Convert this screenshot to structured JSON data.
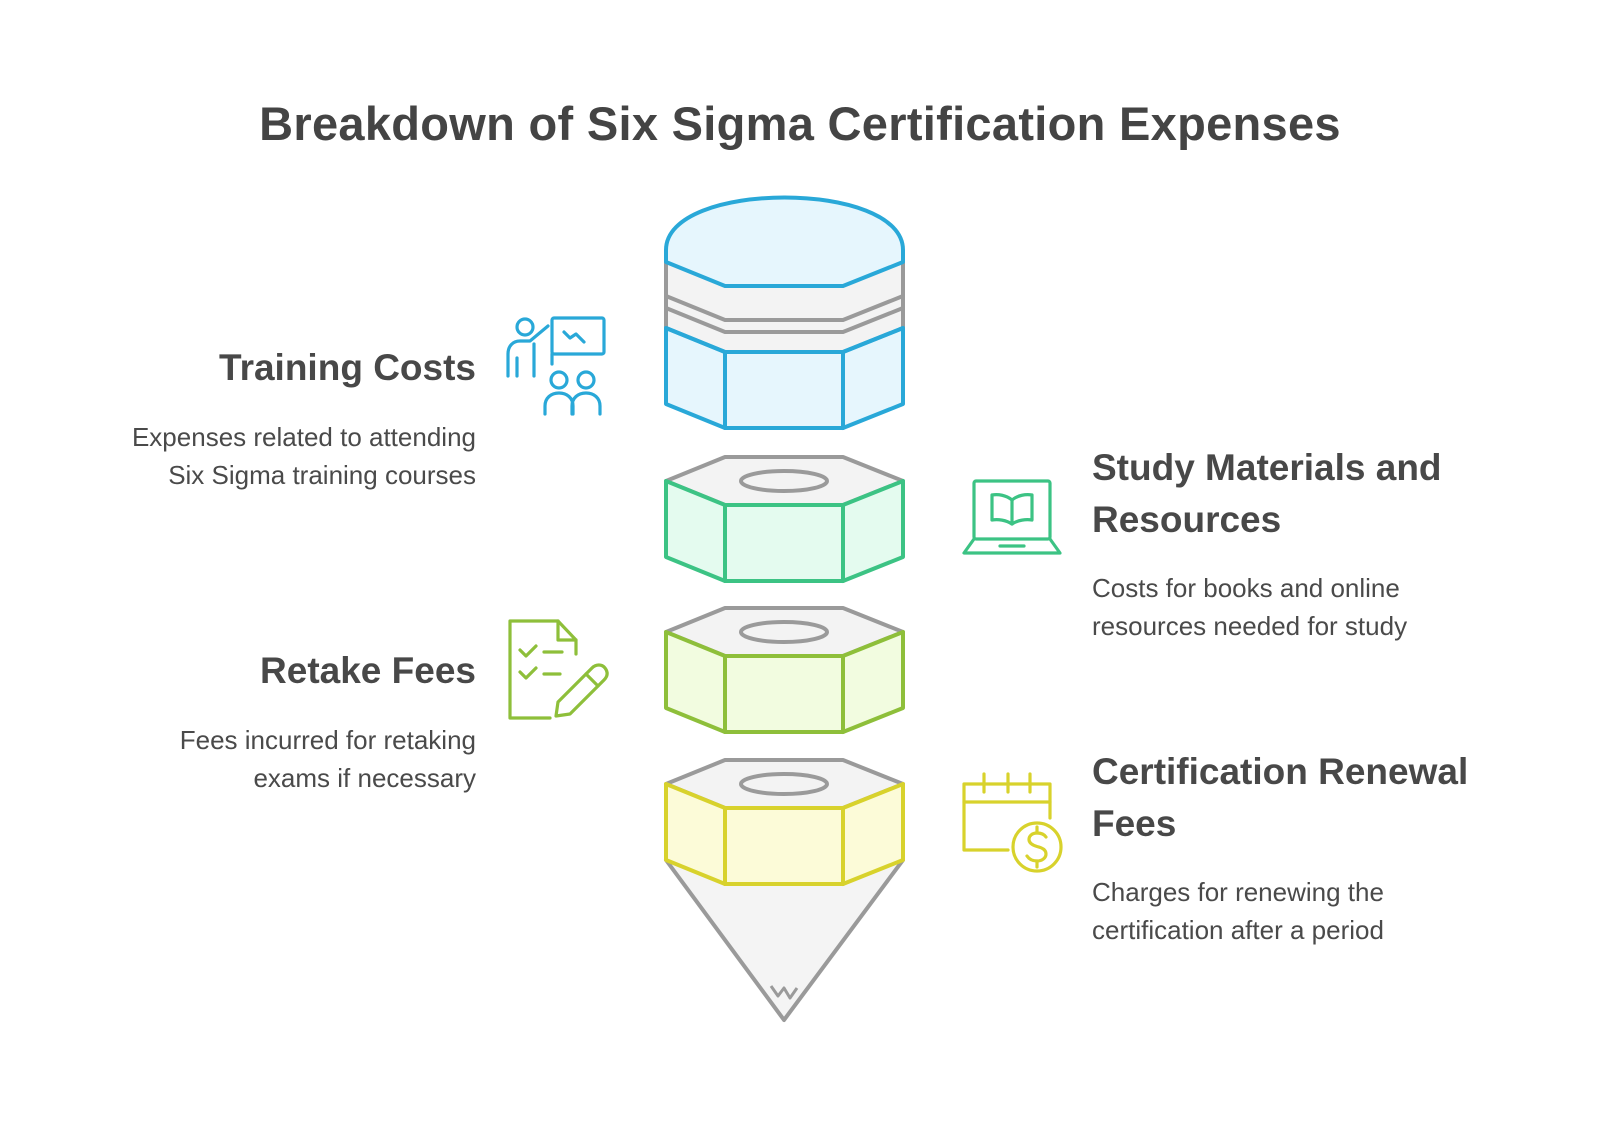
{
  "title": "Breakdown of Six Sigma Certification Expenses",
  "items": [
    {
      "heading": "Training Costs",
      "description_line1": "Expenses related to attending",
      "description_line2": "Six Sigma training courses",
      "icon": "training-presentation-icon",
      "color": "#29a8d8",
      "fill": "#e6f6fd"
    },
    {
      "heading_line1": "Study Materials and",
      "heading_line2": "Resources",
      "description_line1": "Costs for books and online",
      "description_line2": "resources needed for study",
      "icon": "laptop-book-icon",
      "color": "#3cc384",
      "fill": "#e4fbef"
    },
    {
      "heading": "Retake Fees",
      "description_line1": "Fees incurred for retaking",
      "description_line2": "exams if necessary",
      "icon": "checklist-pencil-icon",
      "color": "#8ebf3a",
      "fill": "#f2fce0"
    },
    {
      "heading_line1": "Certification Renewal",
      "heading_line2": "Fees",
      "description_line1": "Charges for renewing the",
      "description_line2": "certification after a period",
      "icon": "calendar-dollar-icon",
      "color": "#d8d22c",
      "fill": "#fcfbd8"
    }
  ],
  "colors": {
    "gray_stroke": "#9a9a9a",
    "gray_fill": "#f2f2f2"
  }
}
